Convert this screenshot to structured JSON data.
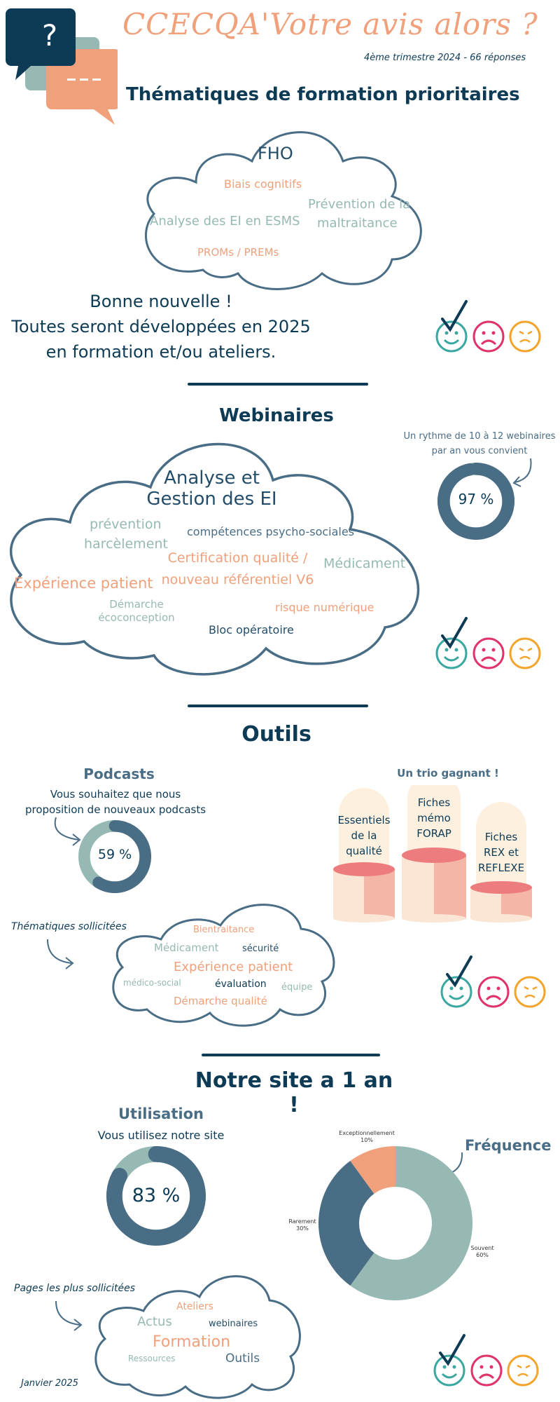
{
  "header": {
    "title": "CCECQA'Votre avis alors ?",
    "subtitle": "4ème trimestre 2024 - 66 réponses",
    "bubble_question": "?"
  },
  "thematiques": {
    "title": "Thématiques de formation prioritaires",
    "cloud": {
      "w1": "FHO",
      "w2": "Biais cognitifs",
      "w3": "Prévention de la",
      "w3b": "maltraitance",
      "w4": "Analyse des EI en ESMS",
      "w5": "PROMs / PREMs"
    },
    "message_l1": "Bonne nouvelle !",
    "message_l2": "Toutes seront développées en 2025",
    "message_l3": "en formation et/ou ateliers."
  },
  "webinaires": {
    "title": "Webinaires",
    "rhythm_l1": "Un rythme de 10 à 12 webinaires",
    "rhythm_l2": "par an vous convient",
    "ring_label": "97 %",
    "ring_value": 97,
    "cloud": {
      "w1a": "Analyse et",
      "w1b": "Gestion des EI",
      "w2a": "prévention",
      "w2b": "harcèlement",
      "w3": "compétences psycho-sociales",
      "w4a": "Certification qualité /",
      "w4b": "nouveau référentiel V6",
      "w5": "Médicament",
      "w6": "Expérience patient",
      "w7a": "Démarche",
      "w7b": "écoconception",
      "w8": "risque numérique",
      "w9": "Bloc opératoire"
    }
  },
  "outils": {
    "title": "Outils",
    "podcasts_title": "Podcasts",
    "podcasts_l1": "Vous souhaitez que nous",
    "podcasts_l2": "proposition de nouveaux podcasts",
    "podcasts_ring_label": "59 %",
    "podcasts_ring_value": 59,
    "trio_title": "Un trio gagnant !",
    "trio": [
      {
        "l1": "Essentiels",
        "l2": "de la",
        "l3": "qualité"
      },
      {
        "l1": "Fiches",
        "l2": "mémo",
        "l3": "FORAP"
      },
      {
        "l1": "Fiches",
        "l2": "REX et",
        "l3": "REFLEXE"
      }
    ],
    "themes_label": "Thématiques sollicitées",
    "cloud": {
      "w1": "Bientraitance",
      "w2": "Médicament",
      "w3": "sécurité",
      "w4": "Expérience patient",
      "w5": "médico-social",
      "w6": "évaluation",
      "w7": "équipe",
      "w8": "Démarche qualité"
    }
  },
  "site": {
    "title": "Notre site a 1 an !",
    "usage_title": "Utilisation",
    "usage_l1": "Vous utilisez notre site",
    "usage_ring_label": "83 %",
    "usage_ring_value": 83,
    "frequence_title": "Fréquence",
    "pages_label": "Pages les plus sollicitées",
    "cloud": {
      "w1": "Ateliers",
      "w2": "Actus",
      "w3": "webinaires",
      "w4": "Formation",
      "w5": "Ressources",
      "w6": "Outils"
    },
    "footer_date": "Janvier 2025"
  },
  "colors": {
    "navy": "#0d3b55",
    "slate": "#4a6d86",
    "teal": "#96b9b3",
    "orange": "#f0a07a",
    "pink": "#e0336a",
    "yellow": "#f2a42c",
    "smiley_teal": "#3aa7a0"
  },
  "chart_data": {
    "type": "pie",
    "categories": [
      "Souvent",
      "Rarement",
      "Exceptionnellement"
    ],
    "values": [
      60,
      30,
      10
    ],
    "labels": [
      "Souvent 60%",
      "Rarement 30%",
      "Exceptionnellement 10%"
    ],
    "colors": [
      "#96b9b3",
      "#4a6d86",
      "#f0a07a"
    ],
    "title": "Fréquence",
    "donut": true
  }
}
